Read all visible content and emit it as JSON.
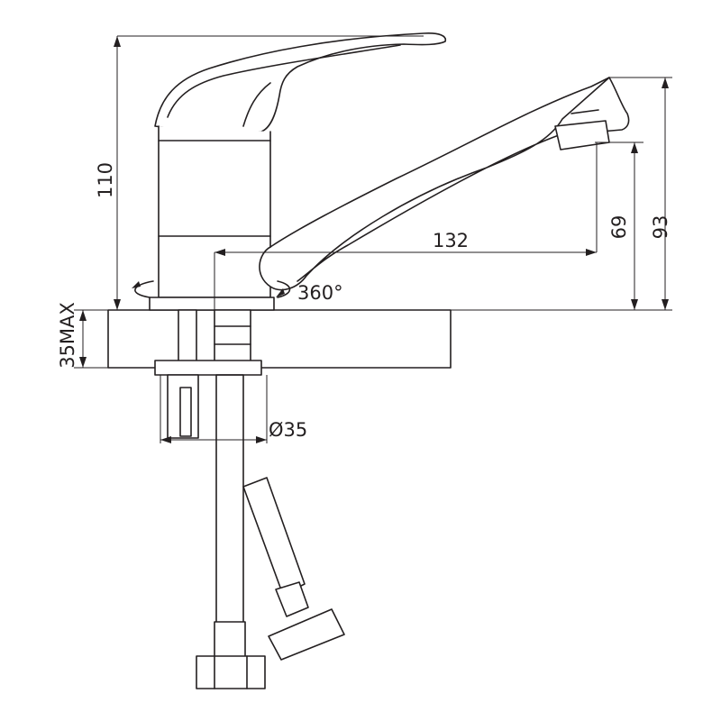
{
  "dimensions": {
    "height_total": "110",
    "spout_reach": "132",
    "spout_outlet_height": "69",
    "spout_top_height": "93",
    "rotation": "360°",
    "mount_diameter": "Ø35",
    "countertop_max": "35MAX"
  },
  "colors": {
    "line": "#231f20",
    "background": "#ffffff"
  }
}
